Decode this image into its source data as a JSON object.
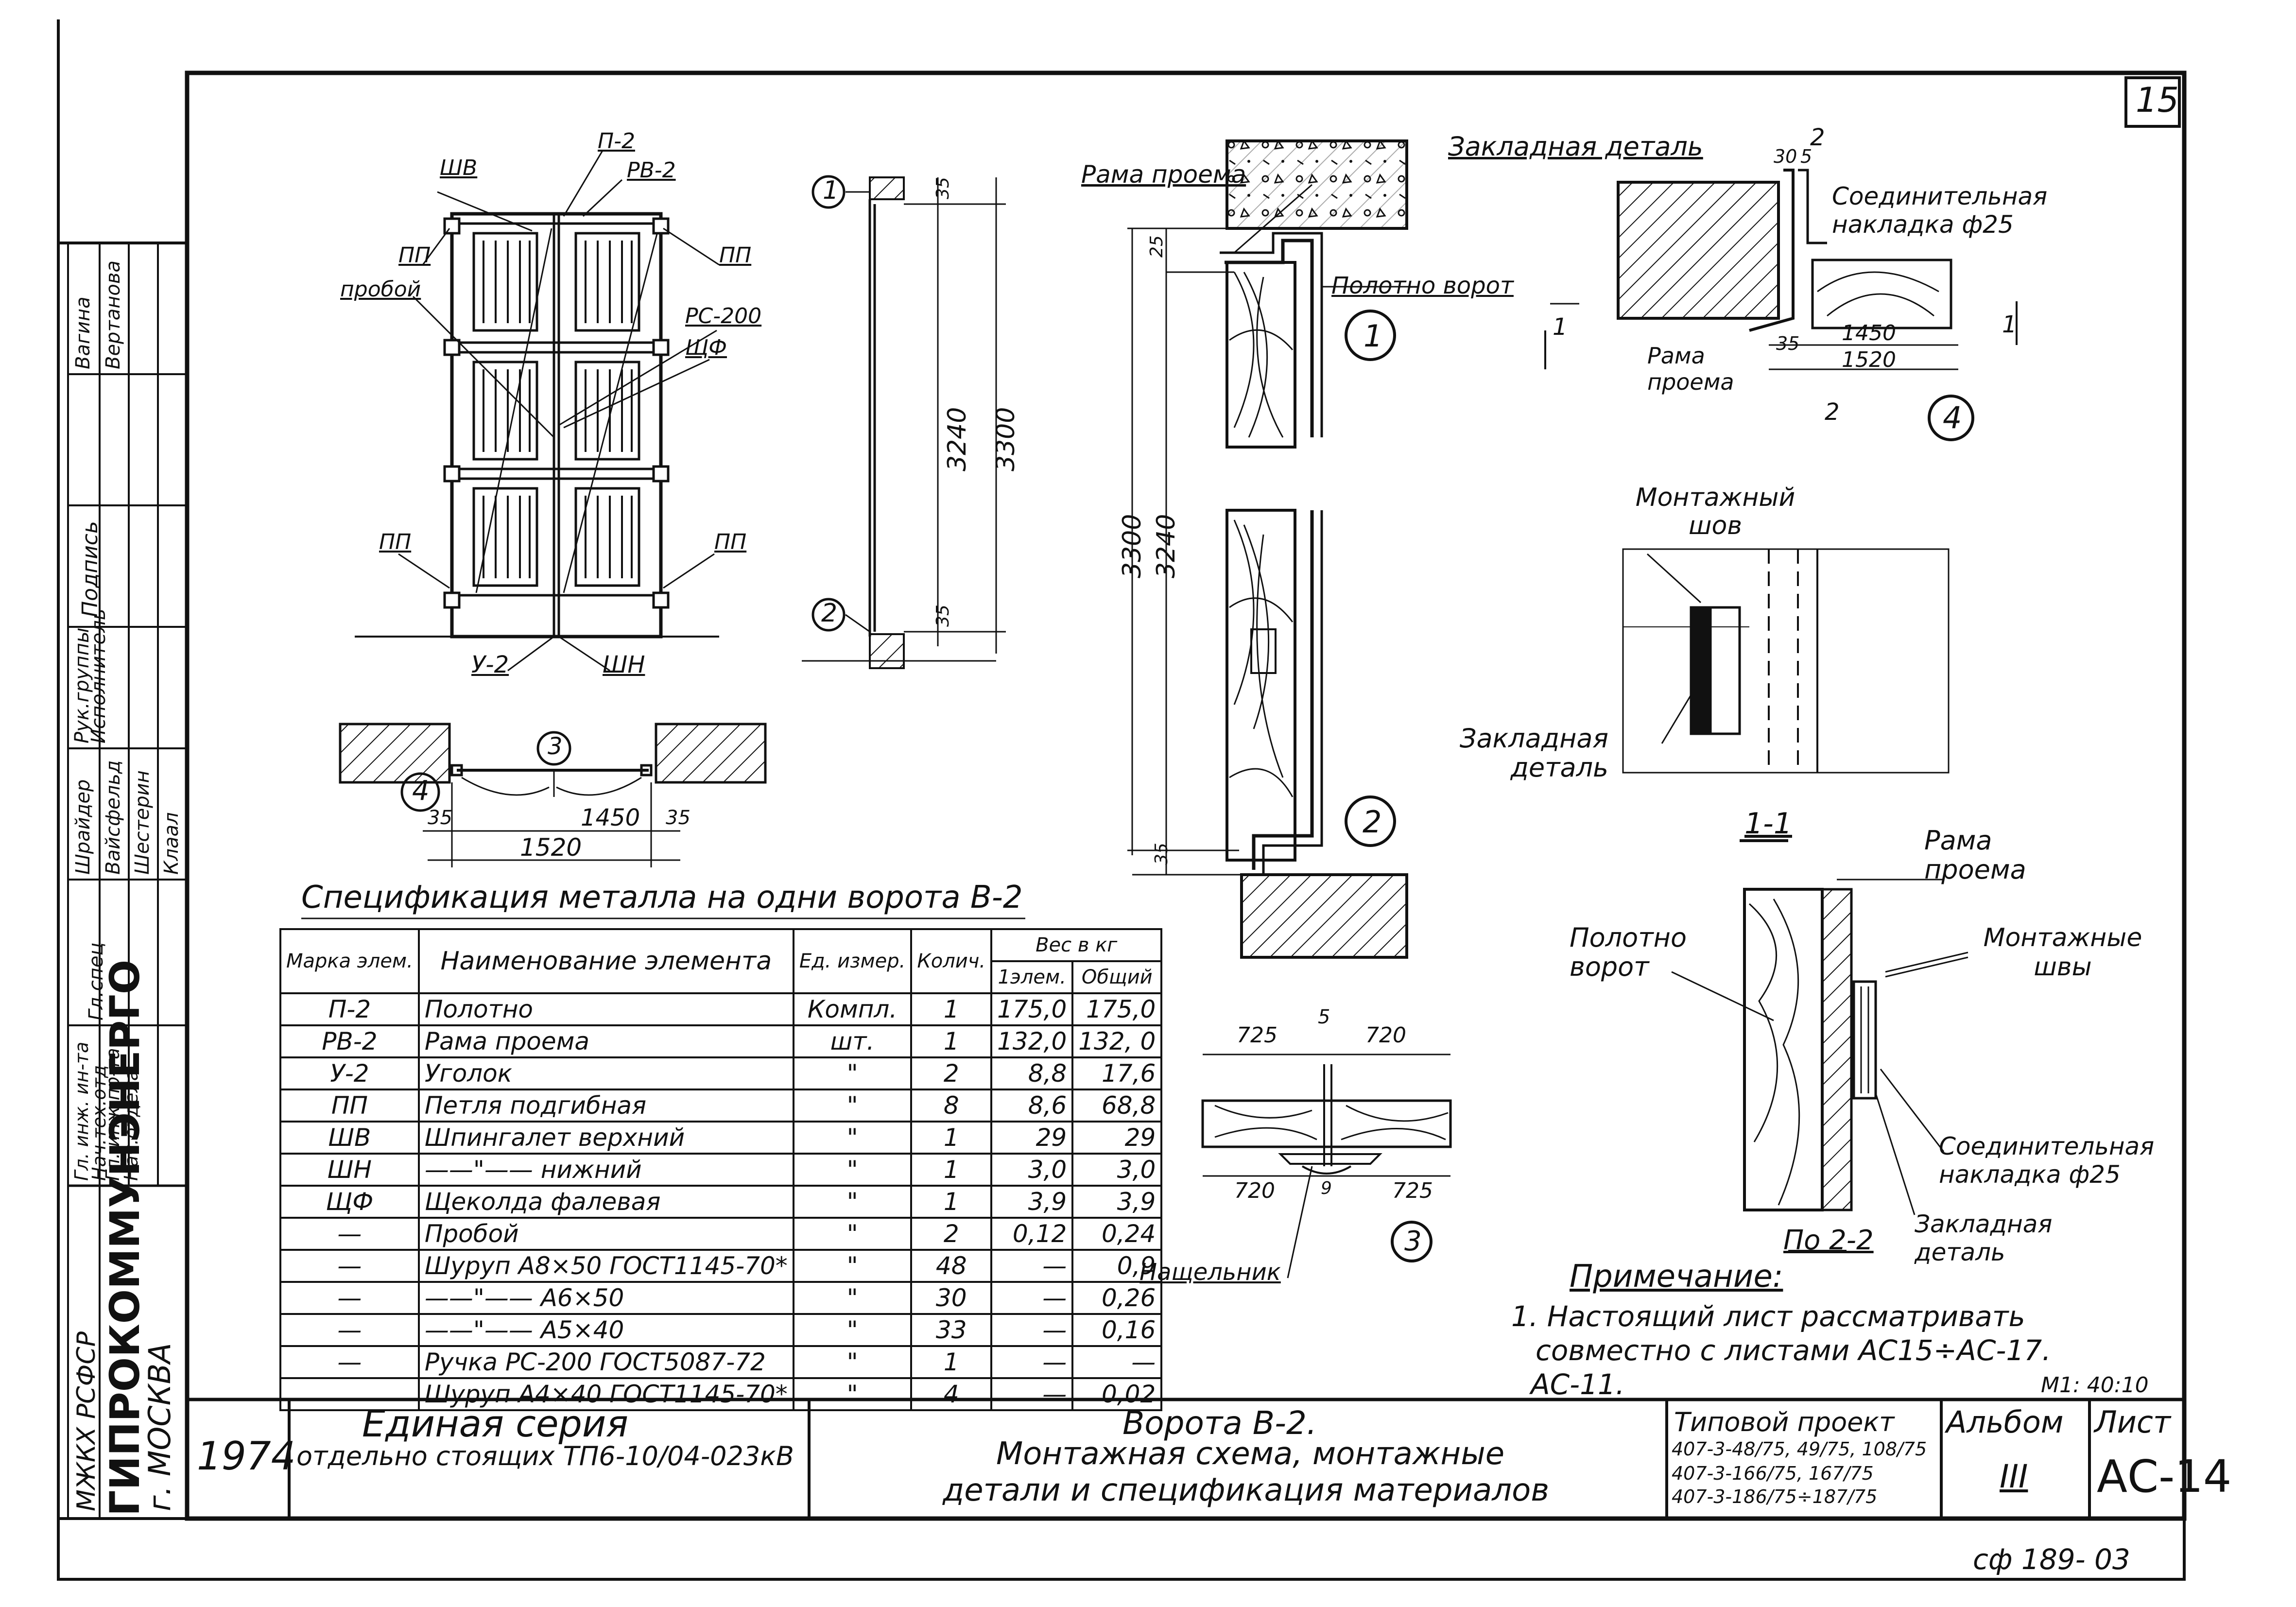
{
  "sheet": {
    "sheet_no_top": "15",
    "sheet_code": "АС-14",
    "sheet_label": "Лист",
    "album_label": "Альбом",
    "album_no": "III",
    "year": "1974",
    "series_title": "Единая серия",
    "series_sub": "отдельно стоящих ТП6-10/04-023кВ",
    "title_l1": "Ворота В-2.",
    "title_l2": "Монтажная схема, монтажные",
    "title_l3": "детали и спецификация материалов",
    "project_l1": "Типовой проект",
    "project_l2": "407-3-48/75, 49/75, 108/75",
    "project_l3": "407-3-166/75, 167/75",
    "project_l4": "407-3-186/75÷187/75",
    "org_ministry": "МЖКХ РСФСР",
    "org_name": "ГИПРОКОММУНЭНЕРГО",
    "org_city": "г. МОСКВА",
    "bottom_code": "сф 189- 03",
    "scale": "М1: 40:10"
  },
  "stamp": {
    "roles": [
      "Гл. инж. ин-та",
      "Нач.тех.отд",
      "Гл. инж.пр-та",
      "Нач.отдела",
      "Гл.спец",
      "Рук.группы",
      "Исполнитель",
      "Подпись"
    ],
    "names": [
      "Шрайдер",
      "Вайсфельд",
      "Шестерин",
      "Клаал",
      "Вагина",
      "Вертанова"
    ]
  },
  "front_view": {
    "labels": [
      "ШВ",
      "П-2",
      "РВ-2",
      "ПП",
      "пробой",
      "ПП",
      "РС-200",
      "ЩФ",
      "ПП",
      "ПП",
      "У-2",
      "ШН"
    ]
  },
  "side_view": {
    "marks": [
      "1",
      "2"
    ],
    "dims": [
      "35",
      "3240",
      "3300",
      "35"
    ]
  },
  "plan_view": {
    "marks": [
      "3",
      "4"
    ],
    "dims": [
      "35",
      "1450",
      "35",
      "1520"
    ]
  },
  "detail1": {
    "labels": [
      "Рама проема",
      "Полотно ворот"
    ],
    "marks": [
      "1",
      "2"
    ],
    "dims": [
      "25",
      "3300",
      "3240",
      "35"
    ]
  },
  "detail4": {
    "labels": [
      "Закладная деталь",
      "Соединительная накладка ф25",
      "Рама проема"
    ],
    "section_marks": [
      "1",
      "1",
      "2",
      "2"
    ],
    "dims": [
      "30",
      "5",
      "35",
      "1450",
      "1520"
    ],
    "mark": "4"
  },
  "section11": {
    "labels": [
      "Монтажный шов",
      "Закладная деталь"
    ],
    "title": "1-1"
  },
  "section22": {
    "labels": [
      "Рама проема",
      "Полотно ворот",
      "Монтажные швы",
      "Соединительная накладка ф25",
      "Закладная деталь"
    ],
    "title": "По 2-2"
  },
  "detail3": {
    "dims": [
      "725",
      "5",
      "720",
      "720",
      "9",
      "725"
    ],
    "label": "Нащельник",
    "mark": "3"
  },
  "note": {
    "heading": "Примечание:",
    "l1": "1. Настоящий лист рассматривать",
    "l2": "совместно с листами АС15÷АС-17.",
    "l3": "АС-11."
  },
  "spec": {
    "title": "Спецификация металла на одни ворота В-2",
    "headers": {
      "mark": "Марка элем.",
      "name": "Наименование элемента",
      "unit": "Ед. измер.",
      "qty": "Колич.",
      "weight": "Вес в кг",
      "w_elem": "1элем.",
      "w_total": "Общий"
    },
    "rows": [
      [
        "П-2",
        "Полотно",
        "Компл.",
        "1",
        "175,0",
        "175,0"
      ],
      [
        "РВ-2",
        "Рама проема",
        "шт.",
        "1",
        "132,0",
        "132, 0"
      ],
      [
        "У-2",
        "Уголок",
        "\"",
        "2",
        "8,8",
        "17,6"
      ],
      [
        "ПП",
        "Петля подгибная",
        "\"",
        "8",
        "8,6",
        "68,8"
      ],
      [
        "ШВ",
        "Шпингалет верхний",
        "\"",
        "1",
        "29",
        "29"
      ],
      [
        "ШН",
        "——\"—— нижний",
        "\"",
        "1",
        "3,0",
        "3,0"
      ],
      [
        "ЩФ",
        "Щеколда фалевая",
        "\"",
        "1",
        "3,9",
        "3,9"
      ],
      [
        "—",
        "Пробой",
        "\"",
        "2",
        "0,12",
        "0,24"
      ],
      [
        "—",
        "Шуруп А8×50 ГОСТ1145-70*",
        "\"",
        "48",
        "—",
        "0,9"
      ],
      [
        "—",
        "——\"—— А6×50",
        "\"",
        "30",
        "—",
        "0,26"
      ],
      [
        "—",
        "——\"—— А5×40",
        "\"",
        "33",
        "—",
        "0,16"
      ],
      [
        "—",
        "Ручка РС-200 ГОСТ5087-72",
        "\"",
        "1",
        "—",
        "—"
      ],
      [
        "",
        "Шуруп А4×40 ГОСТ1145-70*",
        "\"",
        "4",
        "—",
        "0,02"
      ]
    ]
  }
}
